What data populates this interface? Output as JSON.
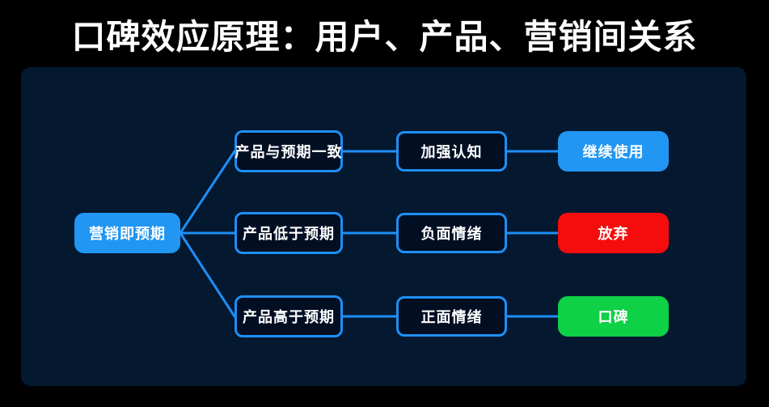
{
  "title": "口碑效应原理：用户、产品、营销间关系",
  "colors": {
    "background": "#000000",
    "panel": "#041830",
    "line_blue": "#1e8ff7",
    "node_blue": "#2196f3",
    "node_red": "#f50d0d",
    "node_green": "#0ed145",
    "box_fill": "#020f23",
    "text": "#ffffff"
  },
  "diagram": {
    "root": {
      "label": "营销即预期"
    },
    "branches": [
      {
        "condition": "产品与预期一致",
        "effect": "加强认知",
        "outcome": "继续使用",
        "outcome_color": "#2196f3"
      },
      {
        "condition": "产品低于预期",
        "effect": "负面情绪",
        "outcome": "放弃",
        "outcome_color": "#f50d0d"
      },
      {
        "condition": "产品高于预期",
        "effect": "正面情绪",
        "outcome": "口碑",
        "outcome_color": "#0ed145"
      }
    ]
  }
}
